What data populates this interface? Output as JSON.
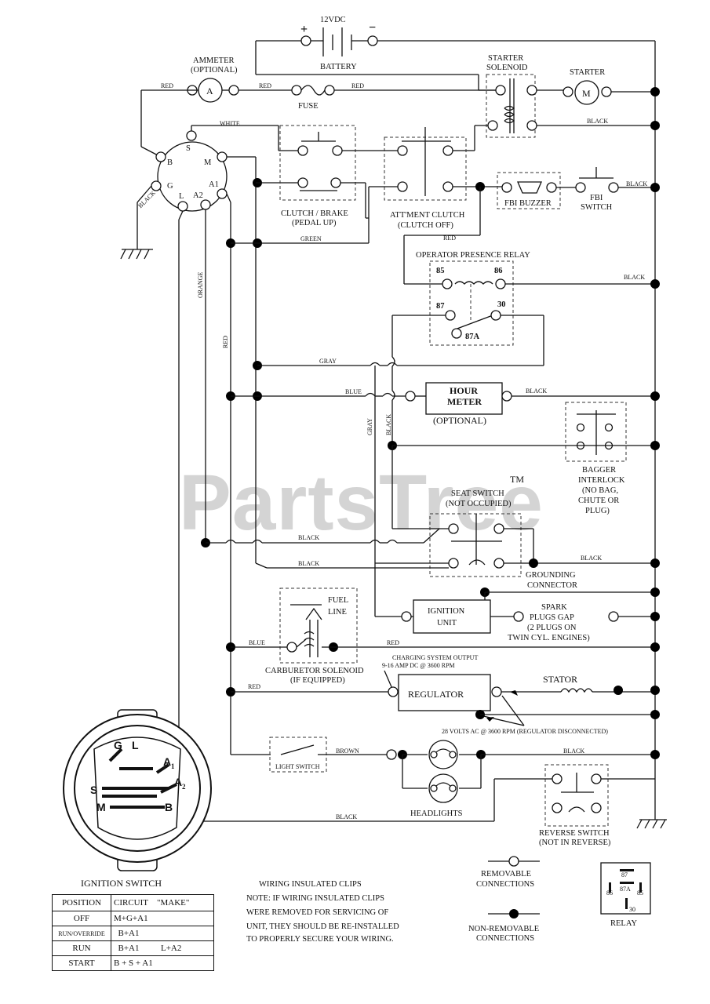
{
  "watermark": "PartsTree",
  "watermark_tm": "TM",
  "battery": {
    "voltage": "12VDC",
    "plus": "+",
    "minus": "−",
    "label": "BATTERY"
  },
  "ammeter": {
    "title": "AMMETER",
    "subtitle": "(OPTIONAL)",
    "symbol": "A"
  },
  "fuse": "FUSE",
  "starter_solenoid": [
    "STARTER",
    "SOLENOID"
  ],
  "starter": {
    "label": "STARTER",
    "symbol": "M"
  },
  "switch_terminals": {
    "S": "S",
    "M": "M",
    "B": "B",
    "G": "G",
    "L": "L",
    "A2": "A2",
    "A1": "A1"
  },
  "clutch_brake": [
    "CLUTCH / BRAKE",
    "(PEDAL UP)"
  ],
  "att_clutch": [
    "ATT'MENT CLUTCH",
    "(CLUTCH OFF)"
  ],
  "fbi_buzzer": "FBI BUZZER",
  "fbi_switch": [
    "FBI",
    "SWITCH"
  ],
  "relay_title": "OPERATOR PRESENCE RELAY",
  "relay_pins": {
    "p85": "85",
    "p86": "86",
    "p87": "87",
    "p30": "30",
    "p87a": "87A"
  },
  "hour_meter": [
    "HOUR",
    "METER",
    "(OPTIONAL)"
  ],
  "bagger": [
    "BAGGER",
    "INTERLOCK",
    "(NO BAG,",
    "CHUTE OR",
    "PLUG)"
  ],
  "seat_switch": [
    "SEAT SWITCH",
    "(NOT OCCUPIED)"
  ],
  "grounding": [
    "GROUNDING",
    "CONNECTOR"
  ],
  "ignition_unit": [
    "IGNITION",
    "UNIT"
  ],
  "spark": [
    "SPARK",
    "PLUGS GAP",
    "(2 PLUGS ON",
    "TWIN CYL. ENGINES)"
  ],
  "fuel_line": [
    "FUEL",
    "LINE"
  ],
  "carb": [
    "CARBURETOR SOLENOID",
    "(IF EQUIPPED)"
  ],
  "charging": [
    "CHARGING SYSTEM OUTPUT",
    "9-16 AMP DC @ 3600 RPM"
  ],
  "regulator": "REGULATOR",
  "stator": "STATOR",
  "ac_note": "28 VOLTS AC @ 3600 RPM (REGULATOR DISCONNECTED)",
  "light_switch": "LIGHT SWITCH",
  "headlights": "HEADLIGHTS",
  "reverse_switch": [
    "REVERSE SWITCH",
    "(NOT IN REVERSE)"
  ],
  "wires": {
    "red": "RED",
    "white": "WHITE",
    "black": "BLACK",
    "green": "GREEN",
    "orange": "ORANGE",
    "gray": "GRAY",
    "blue": "BLUE",
    "brown": "BROWN"
  },
  "ignition_switch_face": {
    "G": "G",
    "L": "L",
    "A1": "A",
    "A1_sub": "1",
    "A2": "A",
    "A2_sub": "2",
    "S": "S",
    "M": "M",
    "B": "B"
  },
  "ignition_switch_title": "IGNITION SWITCH",
  "ign_table": {
    "headers": [
      "POSITION",
      "CIRCUIT",
      "\"MAKE\""
    ],
    "rows": [
      {
        "position": "OFF",
        "circuit": "M+G+A1",
        "extra": ""
      },
      {
        "position": "RUN/OVERRIDE",
        "circuit": "B+A1",
        "extra": ""
      },
      {
        "position": "RUN",
        "circuit": "B+A1",
        "extra": "L+A2"
      },
      {
        "position": "START",
        "circuit": "B + S + A1",
        "extra": ""
      }
    ]
  },
  "clips_note": {
    "title": "WIRING INSULATED CLIPS",
    "lines": [
      "NOTE:  IF WIRING INSULATED CLIPS",
      "WERE REMOVED FOR SERVICING OF",
      "UNIT, THEY SHOULD BE RE-INSTALLED",
      "TO PROPERLY SECURE YOUR WIRING."
    ]
  },
  "legend": {
    "removable": [
      "REMOVABLE",
      "CONNECTIONS"
    ],
    "non_removable": [
      "NON-REMOVABLE",
      "CONNECTIONS"
    ]
  },
  "relay_legend": {
    "p87": "87",
    "p86": "86",
    "p87a": "87A",
    "p85": "85",
    "p30": "30",
    "label": "RELAY"
  }
}
